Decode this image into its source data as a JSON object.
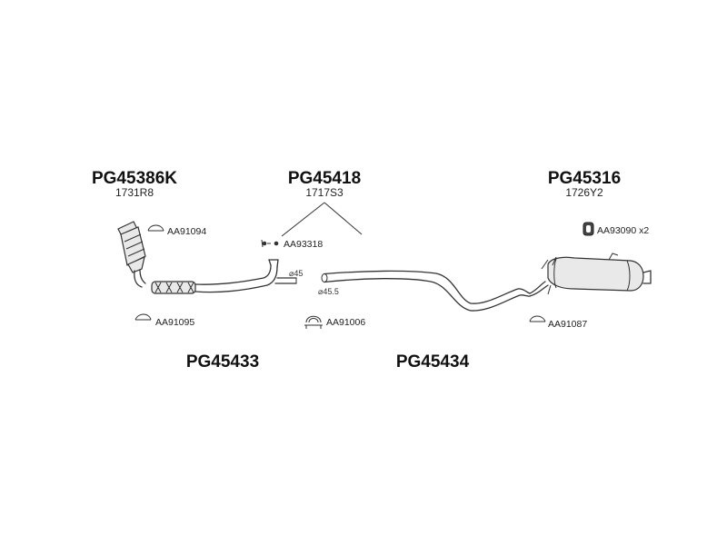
{
  "parts": {
    "catalyst": {
      "code": "PG45386K",
      "ref": "1731R8"
    },
    "center": {
      "code": "PG45418",
      "ref": "1717S3"
    },
    "rear_silencer": {
      "code": "PG45316",
      "ref": "1726Y2"
    },
    "front_pipe": {
      "code": "PG45433"
    },
    "mid_pipe": {
      "code": "PG45434"
    }
  },
  "accessories": {
    "gasket_cat": "AA91094",
    "bolt_kit": "AA93318",
    "rubber_mount": "AA93090 x2",
    "clamp_front": "AA91095",
    "clamp_mid": "AA91006",
    "clamp_rear": "AA91087"
  },
  "dimensions": {
    "d45": "⌀45",
    "d455": "⌀45.5"
  }
}
